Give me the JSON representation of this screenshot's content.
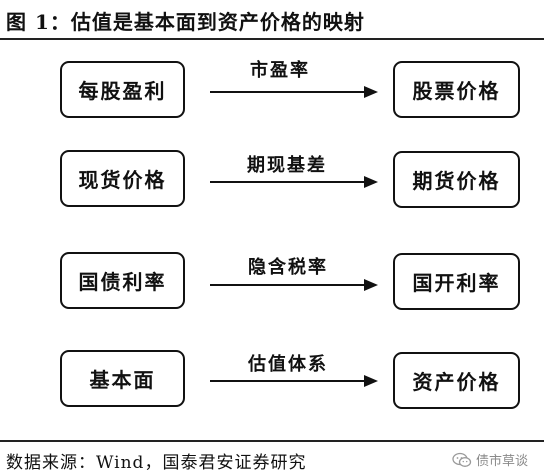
{
  "title": "图 1：估值是基本面到资产价格的映射",
  "rows": [
    {
      "left": "每股盈利",
      "label": "市盈率",
      "right": "股票价格"
    },
    {
      "left": "现货价格",
      "label": "期现基差",
      "right": "期货价格"
    },
    {
      "left": "国债利率",
      "label": "隐含税率",
      "right": "国开利率"
    },
    {
      "left": "基本面",
      "label": "估值体系",
      "right": "资产价格"
    }
  ],
  "source": "数据来源：Wind，国泰君安证券研究",
  "watermark": {
    "icon": "wechat-icon",
    "text": "债市草谈"
  }
}
